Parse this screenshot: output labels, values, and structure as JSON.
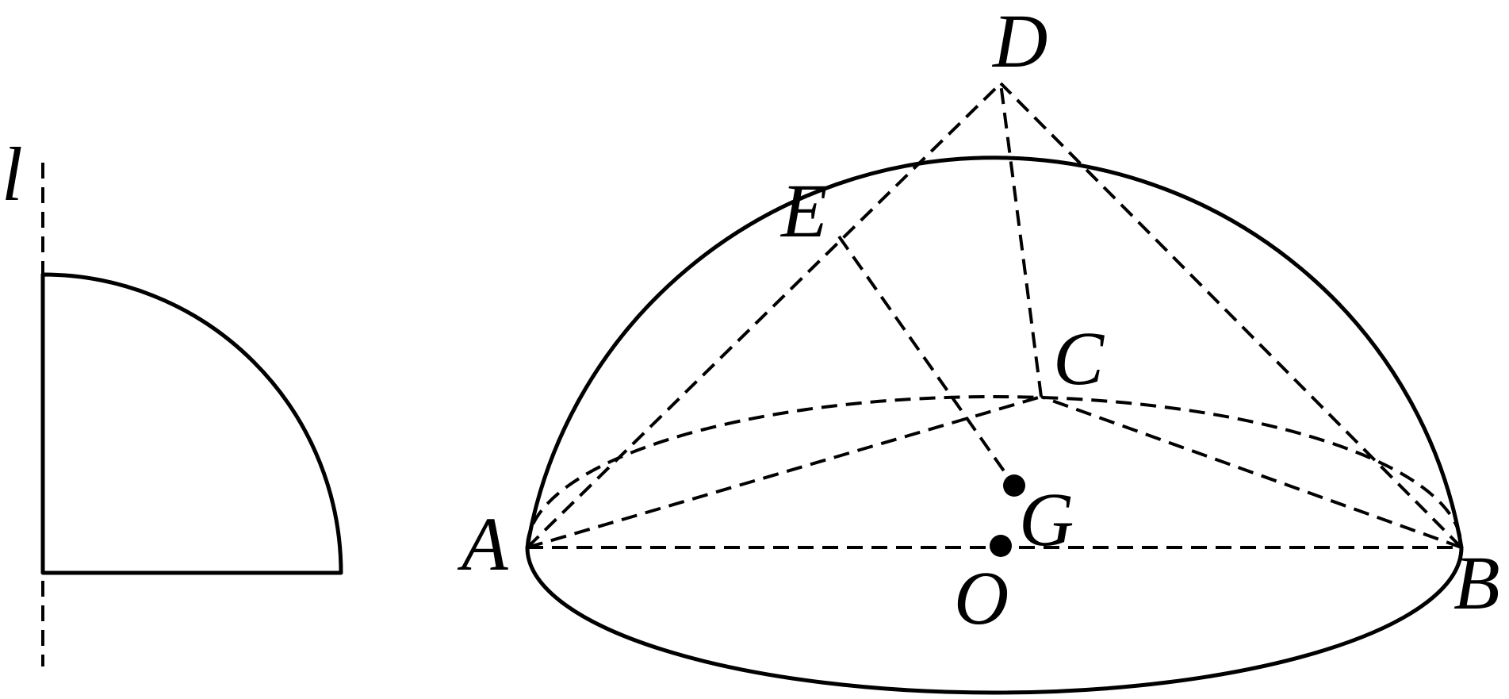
{
  "figure": {
    "axis_label": "l",
    "points": {
      "A": "A",
      "B": "B",
      "C": "C",
      "D": "D",
      "E": "E",
      "G": "G",
      "O": "O"
    }
  },
  "colors": {
    "stroke": "#000000",
    "background": "#ffffff"
  }
}
